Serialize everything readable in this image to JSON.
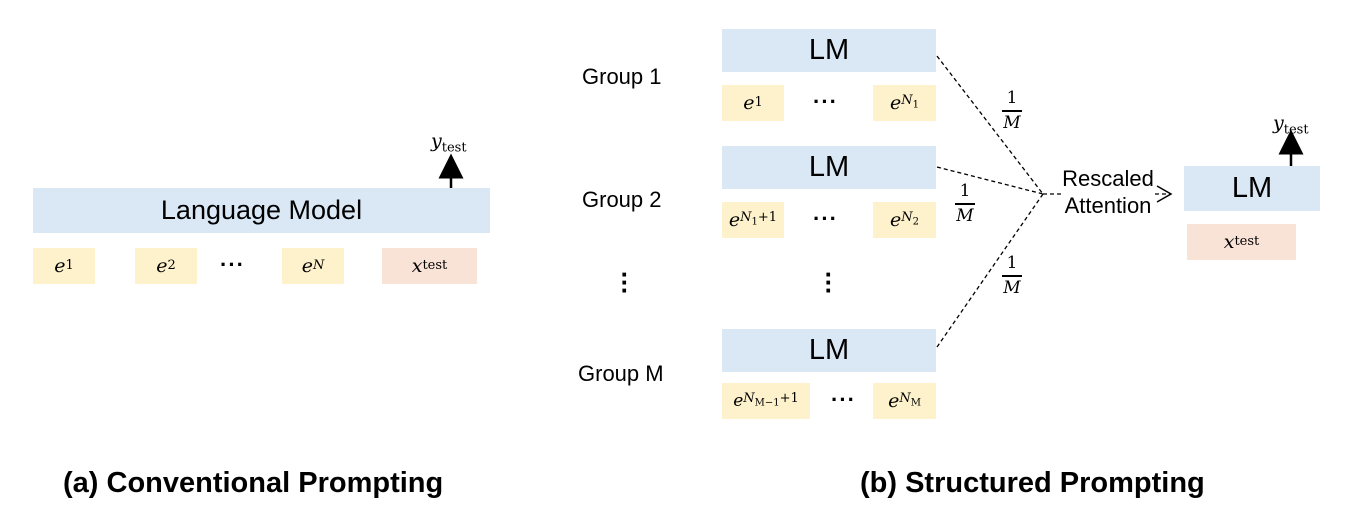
{
  "panel_a": {
    "model_label": "Language Model",
    "output": {
      "sym": "y",
      "sub": "test"
    },
    "examples": [
      {
        "sym": "e",
        "sub": "1"
      },
      {
        "sym": "e",
        "sub": "2"
      },
      {
        "sym": "e",
        "sub": "N"
      }
    ],
    "ellipsis": "···",
    "test_input": {
      "sym": "x",
      "sub": "test"
    },
    "caption": "(a) Conventional Prompting"
  },
  "panel_b": {
    "groups": [
      {
        "label": "Group 1",
        "lm": "LM",
        "first": {
          "sym": "e",
          "sub": "1",
          "subsub": ""
        },
        "last": {
          "sym": "e",
          "sub": "N",
          "subsub": "1"
        },
        "ellipsis": "···",
        "weight": {
          "num": "1",
          "den": "M"
        }
      },
      {
        "label": "Group 2",
        "lm": "LM",
        "first": {
          "sym": "e",
          "sub": "N",
          "subsub": "1",
          "suffix": "+1"
        },
        "last": {
          "sym": "e",
          "sub": "N",
          "subsub": "2"
        },
        "ellipsis": "···",
        "weight": {
          "num": "1",
          "den": "M"
        }
      },
      {
        "label": "Group M",
        "lm": "LM",
        "first": {
          "sym": "e",
          "sub": "N",
          "subsub": "M−1",
          "suffix": "+1"
        },
        "last": {
          "sym": "e",
          "sub": "N",
          "subsub": "M"
        },
        "ellipsis": "···",
        "weight": {
          "num": "1",
          "den": "M"
        }
      }
    ],
    "attention_label_line1": "Rescaled",
    "attention_label_line2": "Attention",
    "final_lm": "LM",
    "output": {
      "sym": "y",
      "sub": "test"
    },
    "test_input": {
      "sym": "x",
      "sub": "test"
    },
    "caption": "(b) Structured Prompting"
  }
}
